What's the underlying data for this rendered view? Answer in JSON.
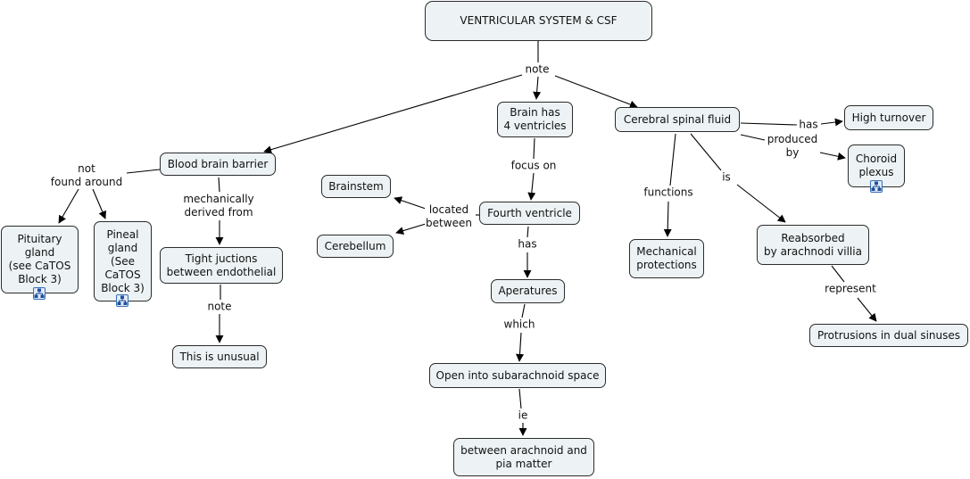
{
  "title": "VENTRICULAR SYSTEM & CSF",
  "nodes": {
    "root": "VENTRICULAR SYSTEM & CSF",
    "bbb": "Blood brain barrier",
    "brain4": "Brain has\n4 ventricles",
    "csf": "Cerebral spinal fluid",
    "high_turnover": "High turnover",
    "choroid": "Choroid\nplexus",
    "pituitary": "Pituitary\ngland\n(see CaTOS\nBlock 3)",
    "pineal": "Pineal\ngland\n(See\nCaTOS\nBlock 3)",
    "tight": "Tight juctions\nbetween endothelial",
    "unusual": "This is unusual",
    "brainstem": "Brainstem",
    "cerebellum": "Cerebellum",
    "fourth": "Fourth ventricle",
    "aperatures": "Aperatures",
    "open": "Open into subarachnoid space",
    "between": "between arachnoid and\npia matter",
    "mechanical": "Mechanical\nprotections",
    "reabsorbed": "Reabsorbed\nby arachnodi villia",
    "protrusions": "Protrusions in dual sinuses"
  },
  "links": {
    "note_root": "note",
    "not_found": "not\nfound around",
    "mech_derived": "mechanically\nderived from",
    "note_tight": "note",
    "focus_on": "focus on",
    "located_between": "located\nbetween",
    "has_fourth": "has",
    "which": "which",
    "ie": "ie",
    "has_csf": "has",
    "produced_by": "produced\nby",
    "functions": "functions",
    "is": "is",
    "represent": "represent"
  },
  "resource_icons": [
    "concept-map-resource-icon",
    "concept-map-resource-icon",
    "concept-map-resource-icon"
  ]
}
